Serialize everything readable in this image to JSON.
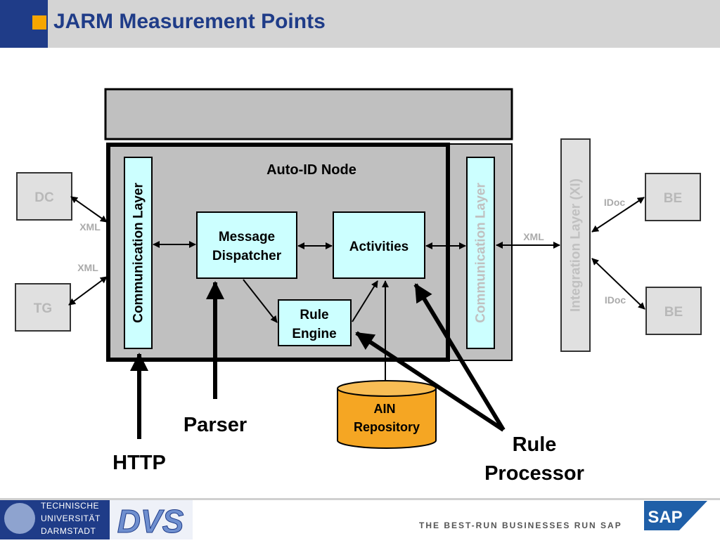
{
  "title": "JARM Measurement Points",
  "diagram": {
    "node_title": "Auto-ID Node",
    "comm_layer_left": "Communication Layer",
    "comm_layer_right": "Communication Layer",
    "message_dispatcher": [
      "Message",
      "Dispatcher"
    ],
    "activities": "Activities",
    "rule_engine": [
      "Rule",
      "Engine"
    ],
    "integration_layer": "Integration Layer (XI)",
    "dc": "DC",
    "tg": "TG",
    "be_top": "BE",
    "be_bottom": "BE",
    "xml_dc": "XML",
    "xml_tg": "XML",
    "xml_right": "XML",
    "idoc_top": "IDoc",
    "idoc_bottom": "IDoc",
    "ain_repository": [
      "AIN",
      "Repository"
    ],
    "parser": "Parser",
    "http": "HTTP",
    "rule_processor": [
      "Rule",
      "Processor"
    ]
  },
  "footer": {
    "university": [
      "TECHNISCHE",
      "UNIVERSITÄT",
      "DARMSTADT"
    ],
    "dvs": "DVS",
    "slogan": "THE BEST-RUN BUSINESSES RUN SAP",
    "sap": "SAP"
  },
  "colors": {
    "title_blue": "#1f3c88",
    "accent_orange": "#f7a600",
    "box_cyan": "#ccffff",
    "node_gray": "#c0c0c0",
    "repository_orange": "#f5a623"
  }
}
